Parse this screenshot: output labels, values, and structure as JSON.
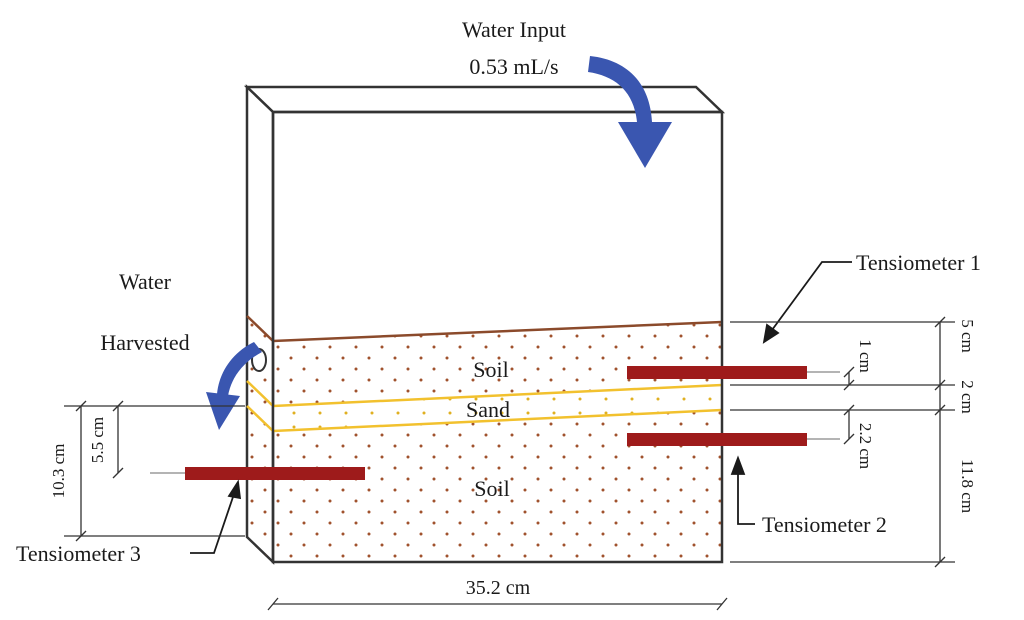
{
  "water_input": {
    "title": "Water Input",
    "rate": "0.53 mL/s"
  },
  "water_harvested": {
    "line1": "Water",
    "line2": "Harvested"
  },
  "layers": {
    "soil_top": "Soil",
    "sand": "Sand",
    "soil_bottom": "Soil"
  },
  "tensiometers": {
    "t1": "Tensiometer 1",
    "t2": "Tensiometer 2",
    "t3": "Tensiometer 3"
  },
  "dimensions": {
    "width": "35.2 cm",
    "left_total": "10.3 cm",
    "left_partial": "5.5 cm",
    "right_top": "5 cm",
    "right_sand": "2 cm",
    "right_bottom": "11.8 cm",
    "t1_depth": "1 cm",
    "t2_depth": "2.2 cm"
  },
  "colors": {
    "soil_line": "#8b4a2b",
    "soil_dot": "#a0522d",
    "sand_line": "#f2c12e",
    "sand_dot": "#e0b020",
    "tensiometer": "#9e1b1b",
    "arrow": "#3a56b0"
  }
}
